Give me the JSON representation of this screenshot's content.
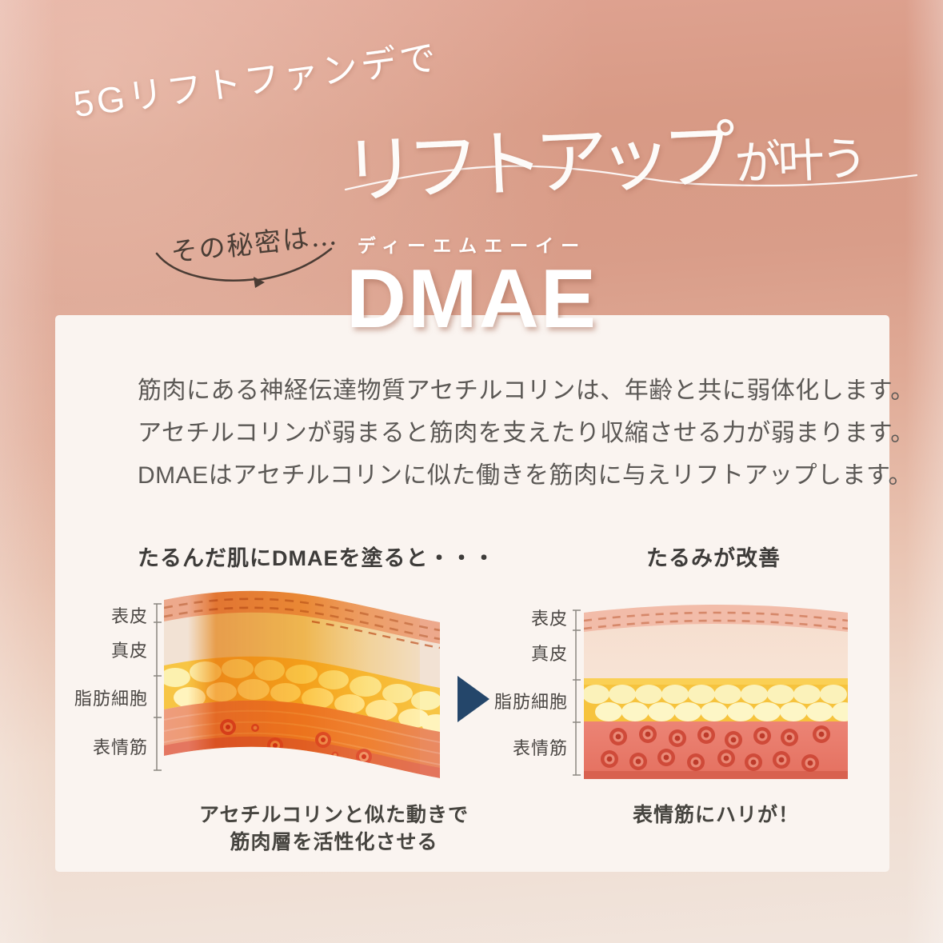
{
  "hero": {
    "kicker": "5Gリフトファンデで",
    "title_main": "リフトアップ",
    "title_suffix": "が叶う",
    "secret": "その秘密は…",
    "dmae_ruby": "ディーエムエーイー",
    "dmae": "DMAE"
  },
  "card": {
    "body_lines": [
      "筋肉にある神経伝達物質アセチルコリンは、年齢と共に弱体化します。",
      "アセチルコリンが弱まると筋肉を支えたり収縮させる力が弱まります。",
      "DMAEはアセチルコリンに似た働きを筋肉に与えリフトアップします。"
    ],
    "before": {
      "title": "たるんだ肌にDMAEを塗ると・・・",
      "layer_labels": [
        "表皮",
        "真皮",
        "脂肪細胞",
        "表情筋"
      ],
      "caption_line1": "アセチルコリンと似た動きで",
      "caption_line2": "筋肉層を活性化させる"
    },
    "after": {
      "title": "たるみが改善",
      "layer_labels": [
        "表皮",
        "真皮",
        "脂肪細胞",
        "表情筋"
      ],
      "caption": "表情筋にハリが！"
    }
  },
  "colors": {
    "background_top": "#d89a85",
    "background_bottom": "#f1e5dd",
    "card_bg": "#faf4f0",
    "hero_text": "#ffffff",
    "body_text": "#5b5855",
    "arrow_navy": "#24466a",
    "fat_yellow": "#f6c33d",
    "muscle_red": "#e87f6d",
    "cell_red": "#cf4a39"
  }
}
